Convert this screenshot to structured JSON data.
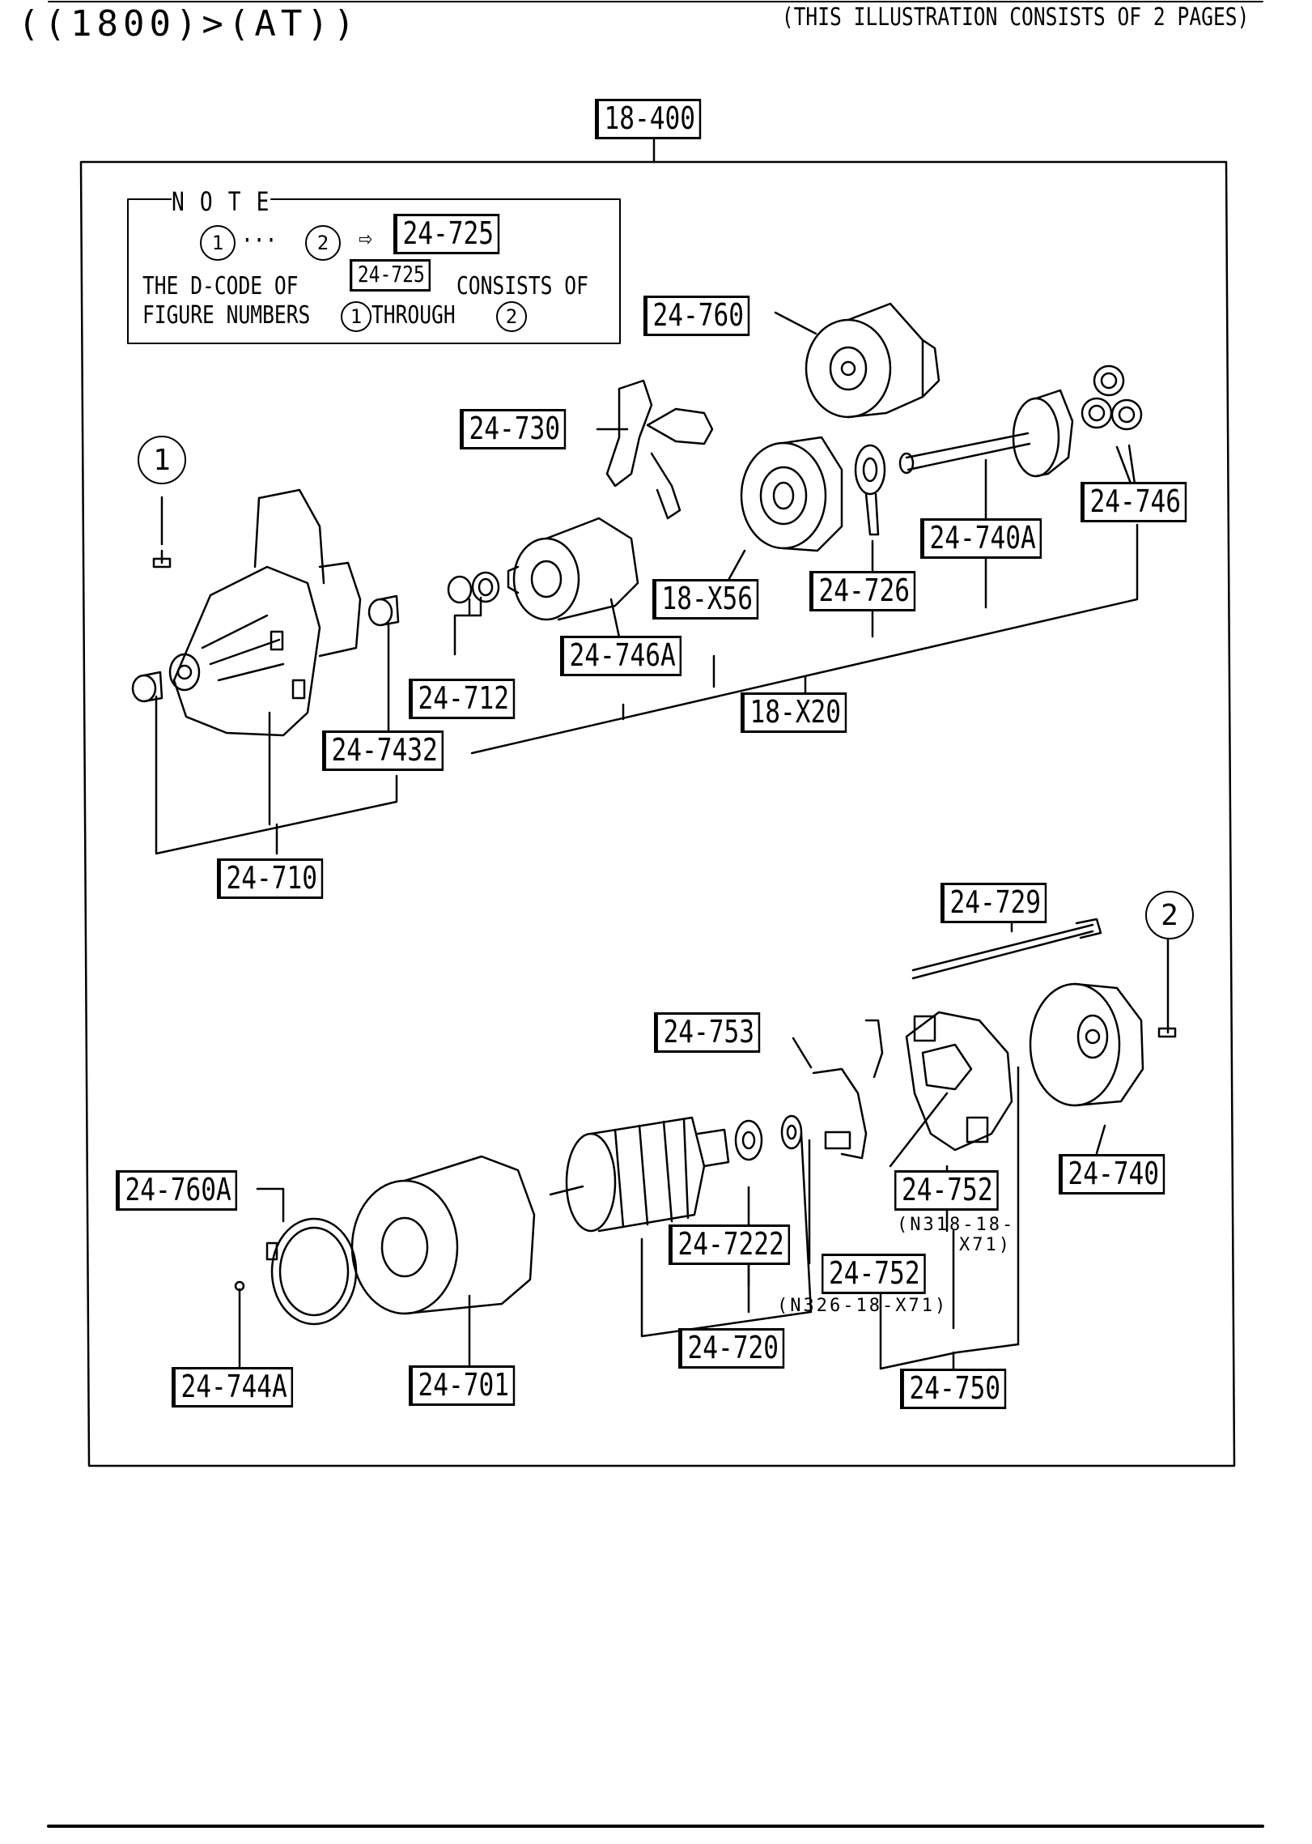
{
  "header": {
    "title": "((1800)>(AT))",
    "pages_note": "(THIS ILLUSTRATION CONSISTS OF  2 PAGES)"
  },
  "assembly": {
    "code": "18-400"
  },
  "note": {
    "heading": "N O T E",
    "circle_1": "1",
    "dots": "···",
    "circle_2": "2",
    "arrow": "⇨",
    "code": "24-725",
    "line1_prefix": "THE D-CODE OF",
    "line1_code": "24-725",
    "line1_suffix": "CONSISTS OF",
    "line2_prefix": "FIGURE NUMBERS",
    "line2_circle_1": "1",
    "line2_mid": "THROUGH",
    "line2_circle_2": "2"
  },
  "callouts": {
    "c_24_760": "24-760",
    "c_24_730": "24-730",
    "c_24_746": "24-746",
    "c_24_740A": "24-740A",
    "c_18_X56": "18-X56",
    "c_24_726": "24-726",
    "c_24_746A": "24-746A",
    "c_24_712": "24-712",
    "c_18_X20": "18-X20",
    "c_24_7432": "24-7432",
    "c_24_710": "24-710",
    "c_24_729": "24-729",
    "c_24_753": "24-753",
    "c_24_760A": "24-760A",
    "c_24_740": "24-740",
    "c_24_752a": "24-752",
    "c_24_752a_note": "(N318-18-",
    "c_24_752a_note2": "X71)",
    "c_24_7222": "24-7222",
    "c_24_752b": "24-752",
    "c_24_752b_note": "(N326-18-X71)",
    "c_24_720": "24-720",
    "c_24_750": "24-750",
    "c_24_744A": "24-744A",
    "c_24_701": "24-701"
  },
  "figure_markers": {
    "m1": "1",
    "m2": "2"
  }
}
